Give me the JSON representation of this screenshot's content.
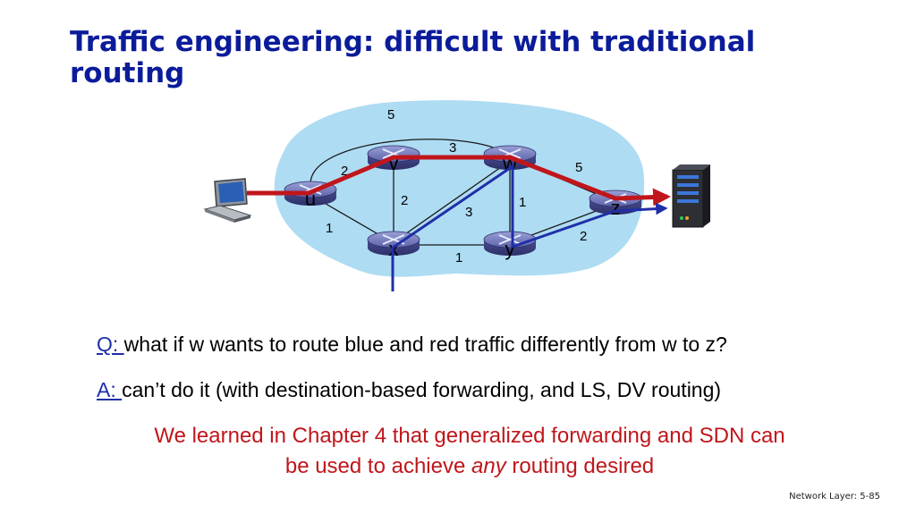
{
  "slide": {
    "title": "Traffic engineering: difficult with traditional routing",
    "question_prefix": "Q: ",
    "question": "what if w wants to route blue and red traffic differently from w to z?",
    "answer_prefix": "A: ",
    "answer": "can’t do it (with destination-based forwarding, and LS, DV routing)",
    "note_line1": "We learned in Chapter 4 that generalized forwarding and SDN can",
    "note_line2_before": "be used to achieve ",
    "note_line2_em": "any",
    "note_line2_after": " routing desired",
    "footer": "Network Layer: 5-85"
  },
  "network": {
    "nodes": [
      {
        "id": "u",
        "label": "u"
      },
      {
        "id": "v",
        "label": "v"
      },
      {
        "id": "w",
        "label": "w"
      },
      {
        "id": "x",
        "label": "x"
      },
      {
        "id": "y",
        "label": "y"
      },
      {
        "id": "z",
        "label": "z"
      }
    ],
    "links": [
      {
        "from": "u",
        "to": "w",
        "cost": "5"
      },
      {
        "from": "u",
        "to": "v",
        "cost": "2"
      },
      {
        "from": "v",
        "to": "w",
        "cost": "3"
      },
      {
        "from": "w",
        "to": "z",
        "cost": "5"
      },
      {
        "from": "v",
        "to": "x",
        "cost": "2"
      },
      {
        "from": "x",
        "to": "w",
        "cost": "3"
      },
      {
        "from": "w",
        "to": "y",
        "cost": "1"
      },
      {
        "from": "u",
        "to": "x",
        "cost": "1"
      },
      {
        "from": "x",
        "to": "y",
        "cost": "1"
      },
      {
        "from": "y",
        "to": "z",
        "cost": "2"
      }
    ],
    "colors": {
      "cloud": "#aedcf3",
      "router": "#5c62a8",
      "red_flow": "#c0161b",
      "blue_flow": "#1f2fa8"
    },
    "icons": [
      "laptop-icon",
      "server-icon",
      "router-icon"
    ]
  }
}
